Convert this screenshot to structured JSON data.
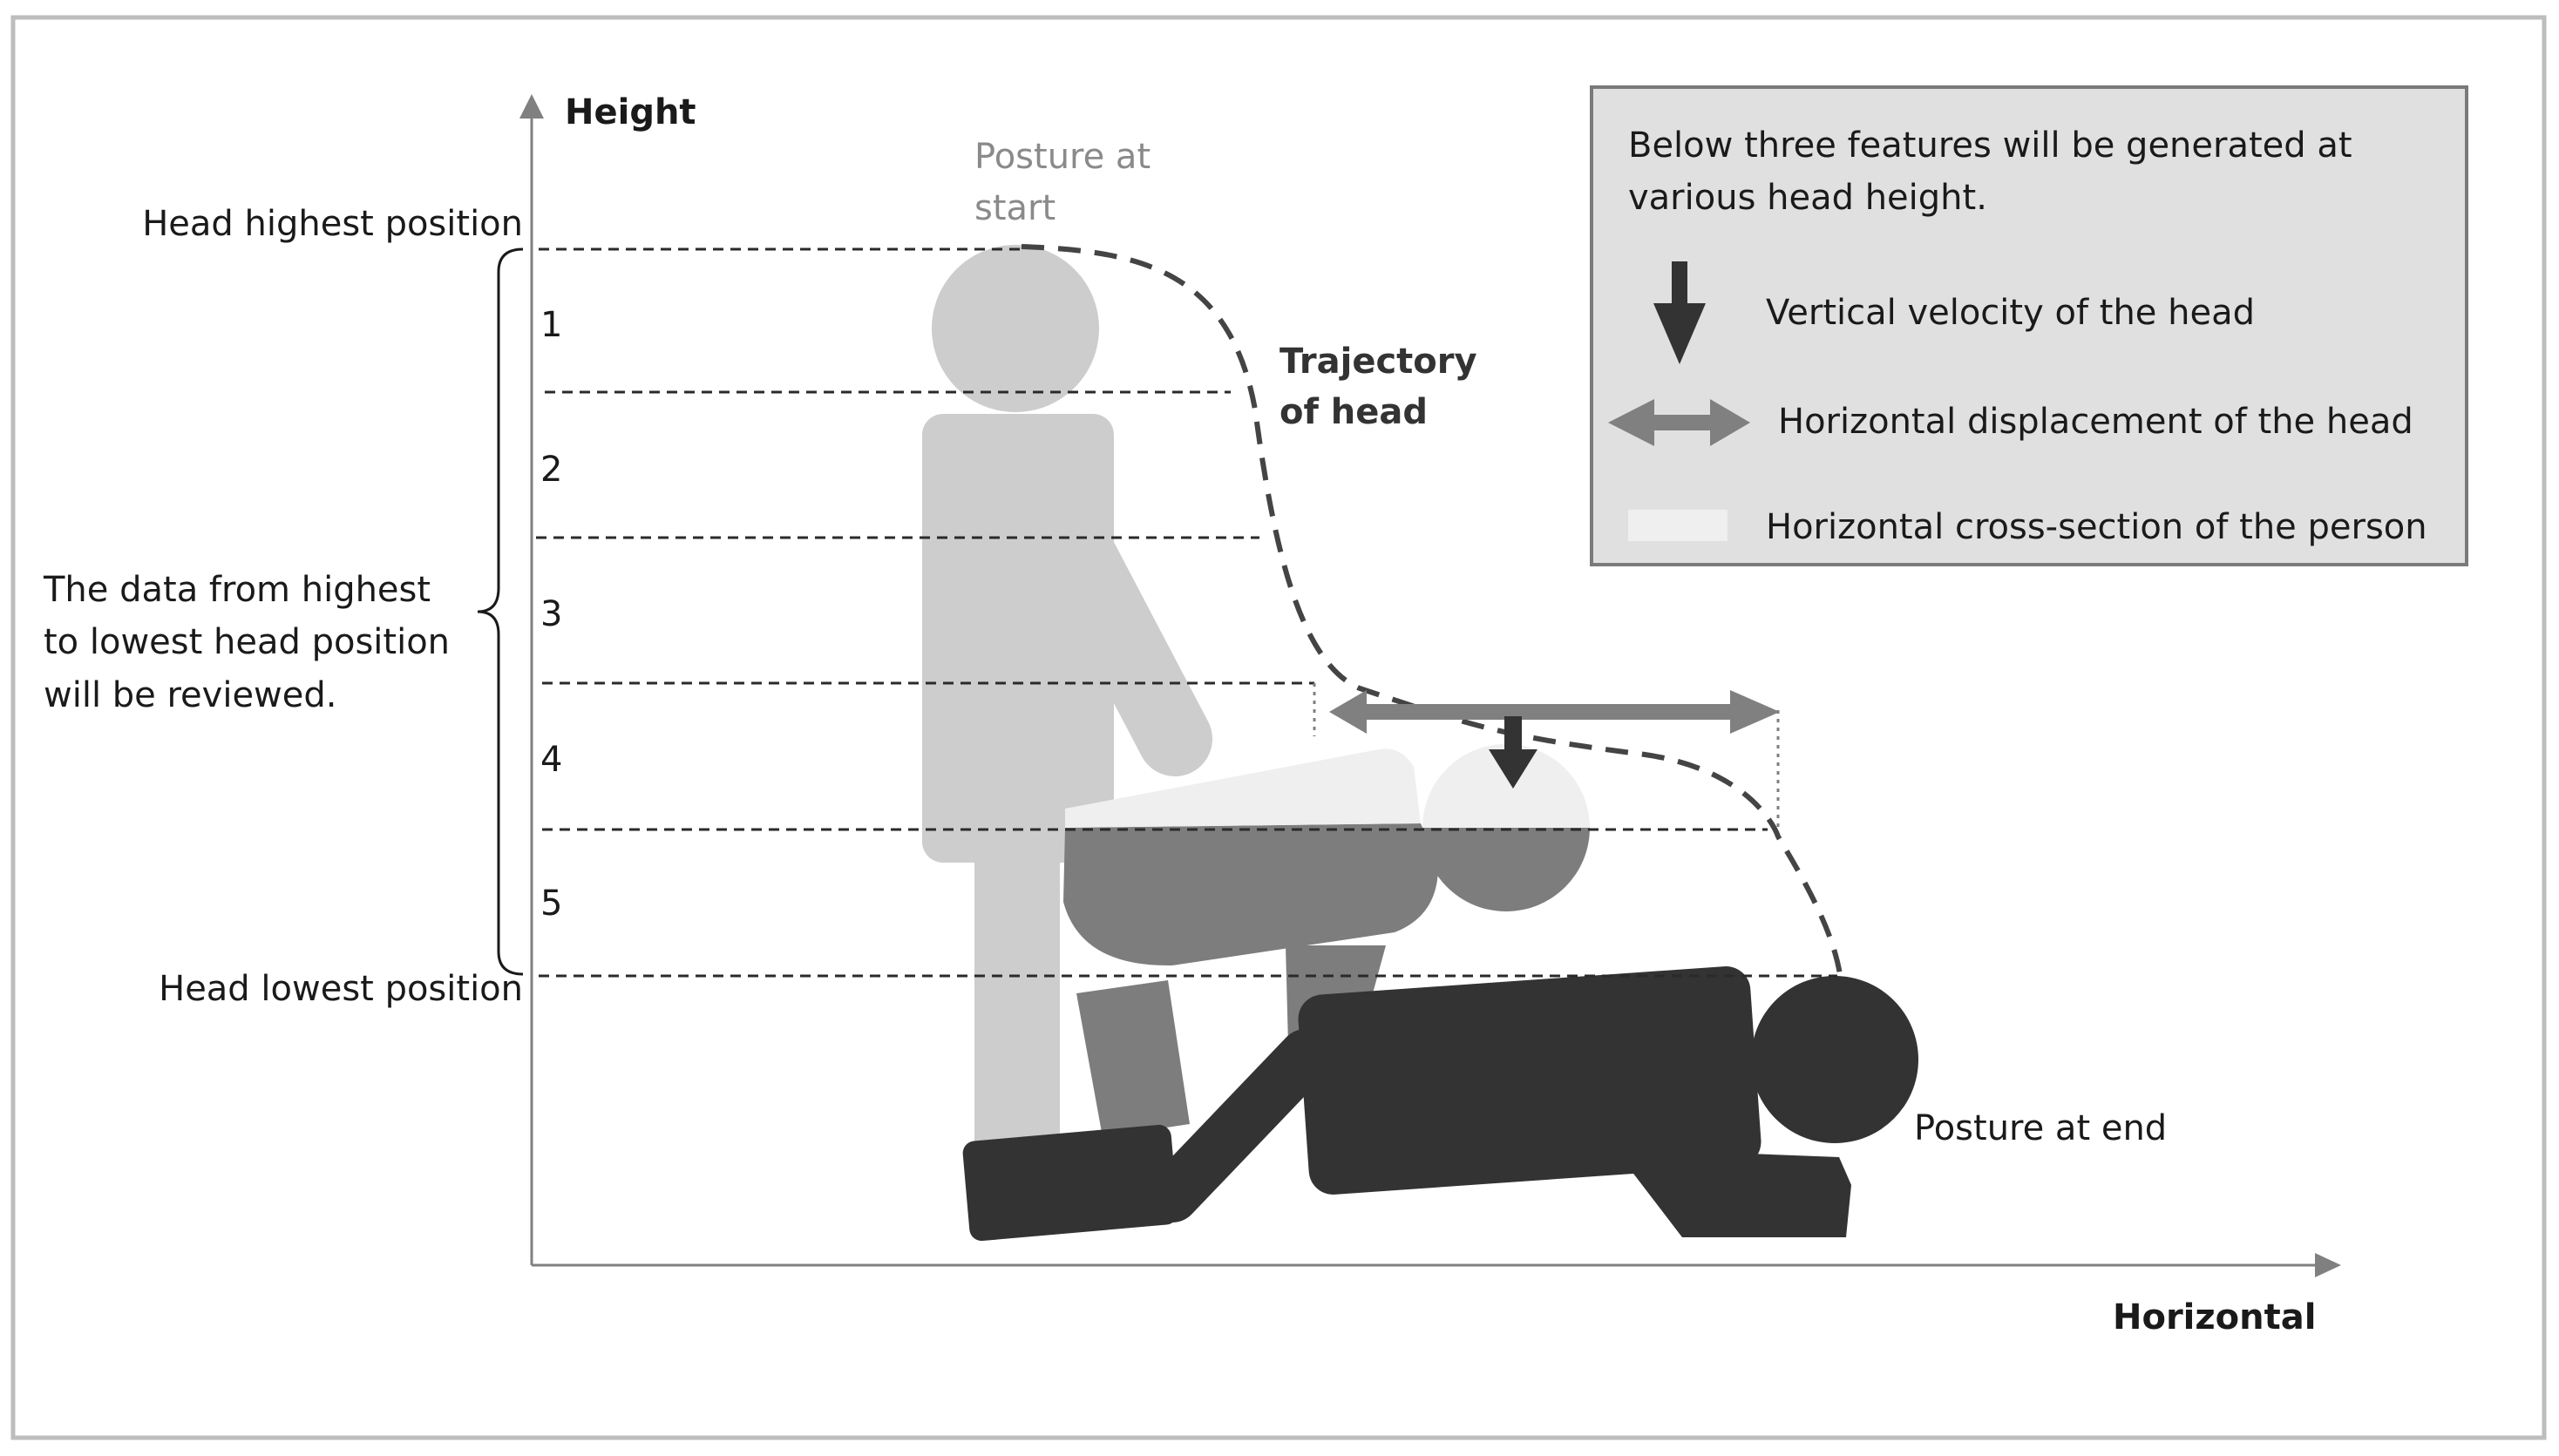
{
  "axes": {
    "y_label": "Height",
    "x_label": "Horizontal"
  },
  "markers": {
    "head_highest": "Head highest position",
    "head_lowest": "Head lowest position"
  },
  "levels": [
    "1",
    "2",
    "3",
    "4",
    "5"
  ],
  "bracket_note": [
    "The data from highest",
    "to lowest head position",
    "will be reviewed."
  ],
  "postures": {
    "start": [
      "Posture at",
      "start"
    ],
    "end": "Posture at end"
  },
  "trajectory": [
    "Trajectory",
    "of head"
  ],
  "legend": {
    "intro": [
      "Below three features will be generated at",
      "various head height."
    ],
    "items": [
      {
        "icon": "down-arrow-icon",
        "label": "Vertical velocity of the head"
      },
      {
        "icon": "double-arrow-icon",
        "label": "Horizontal displacement of the head"
      },
      {
        "icon": "cross-section-swatch-icon",
        "label": "Horizontal cross-section of the person"
      }
    ]
  },
  "colors": {
    "start_figure": "#cdcdcd",
    "mid_figure": "#7d7d7d",
    "end_figure": "#333333",
    "cross_section": "#efefef",
    "arrow_gray": "#808080",
    "legend_bg": "#e0e0e0"
  }
}
